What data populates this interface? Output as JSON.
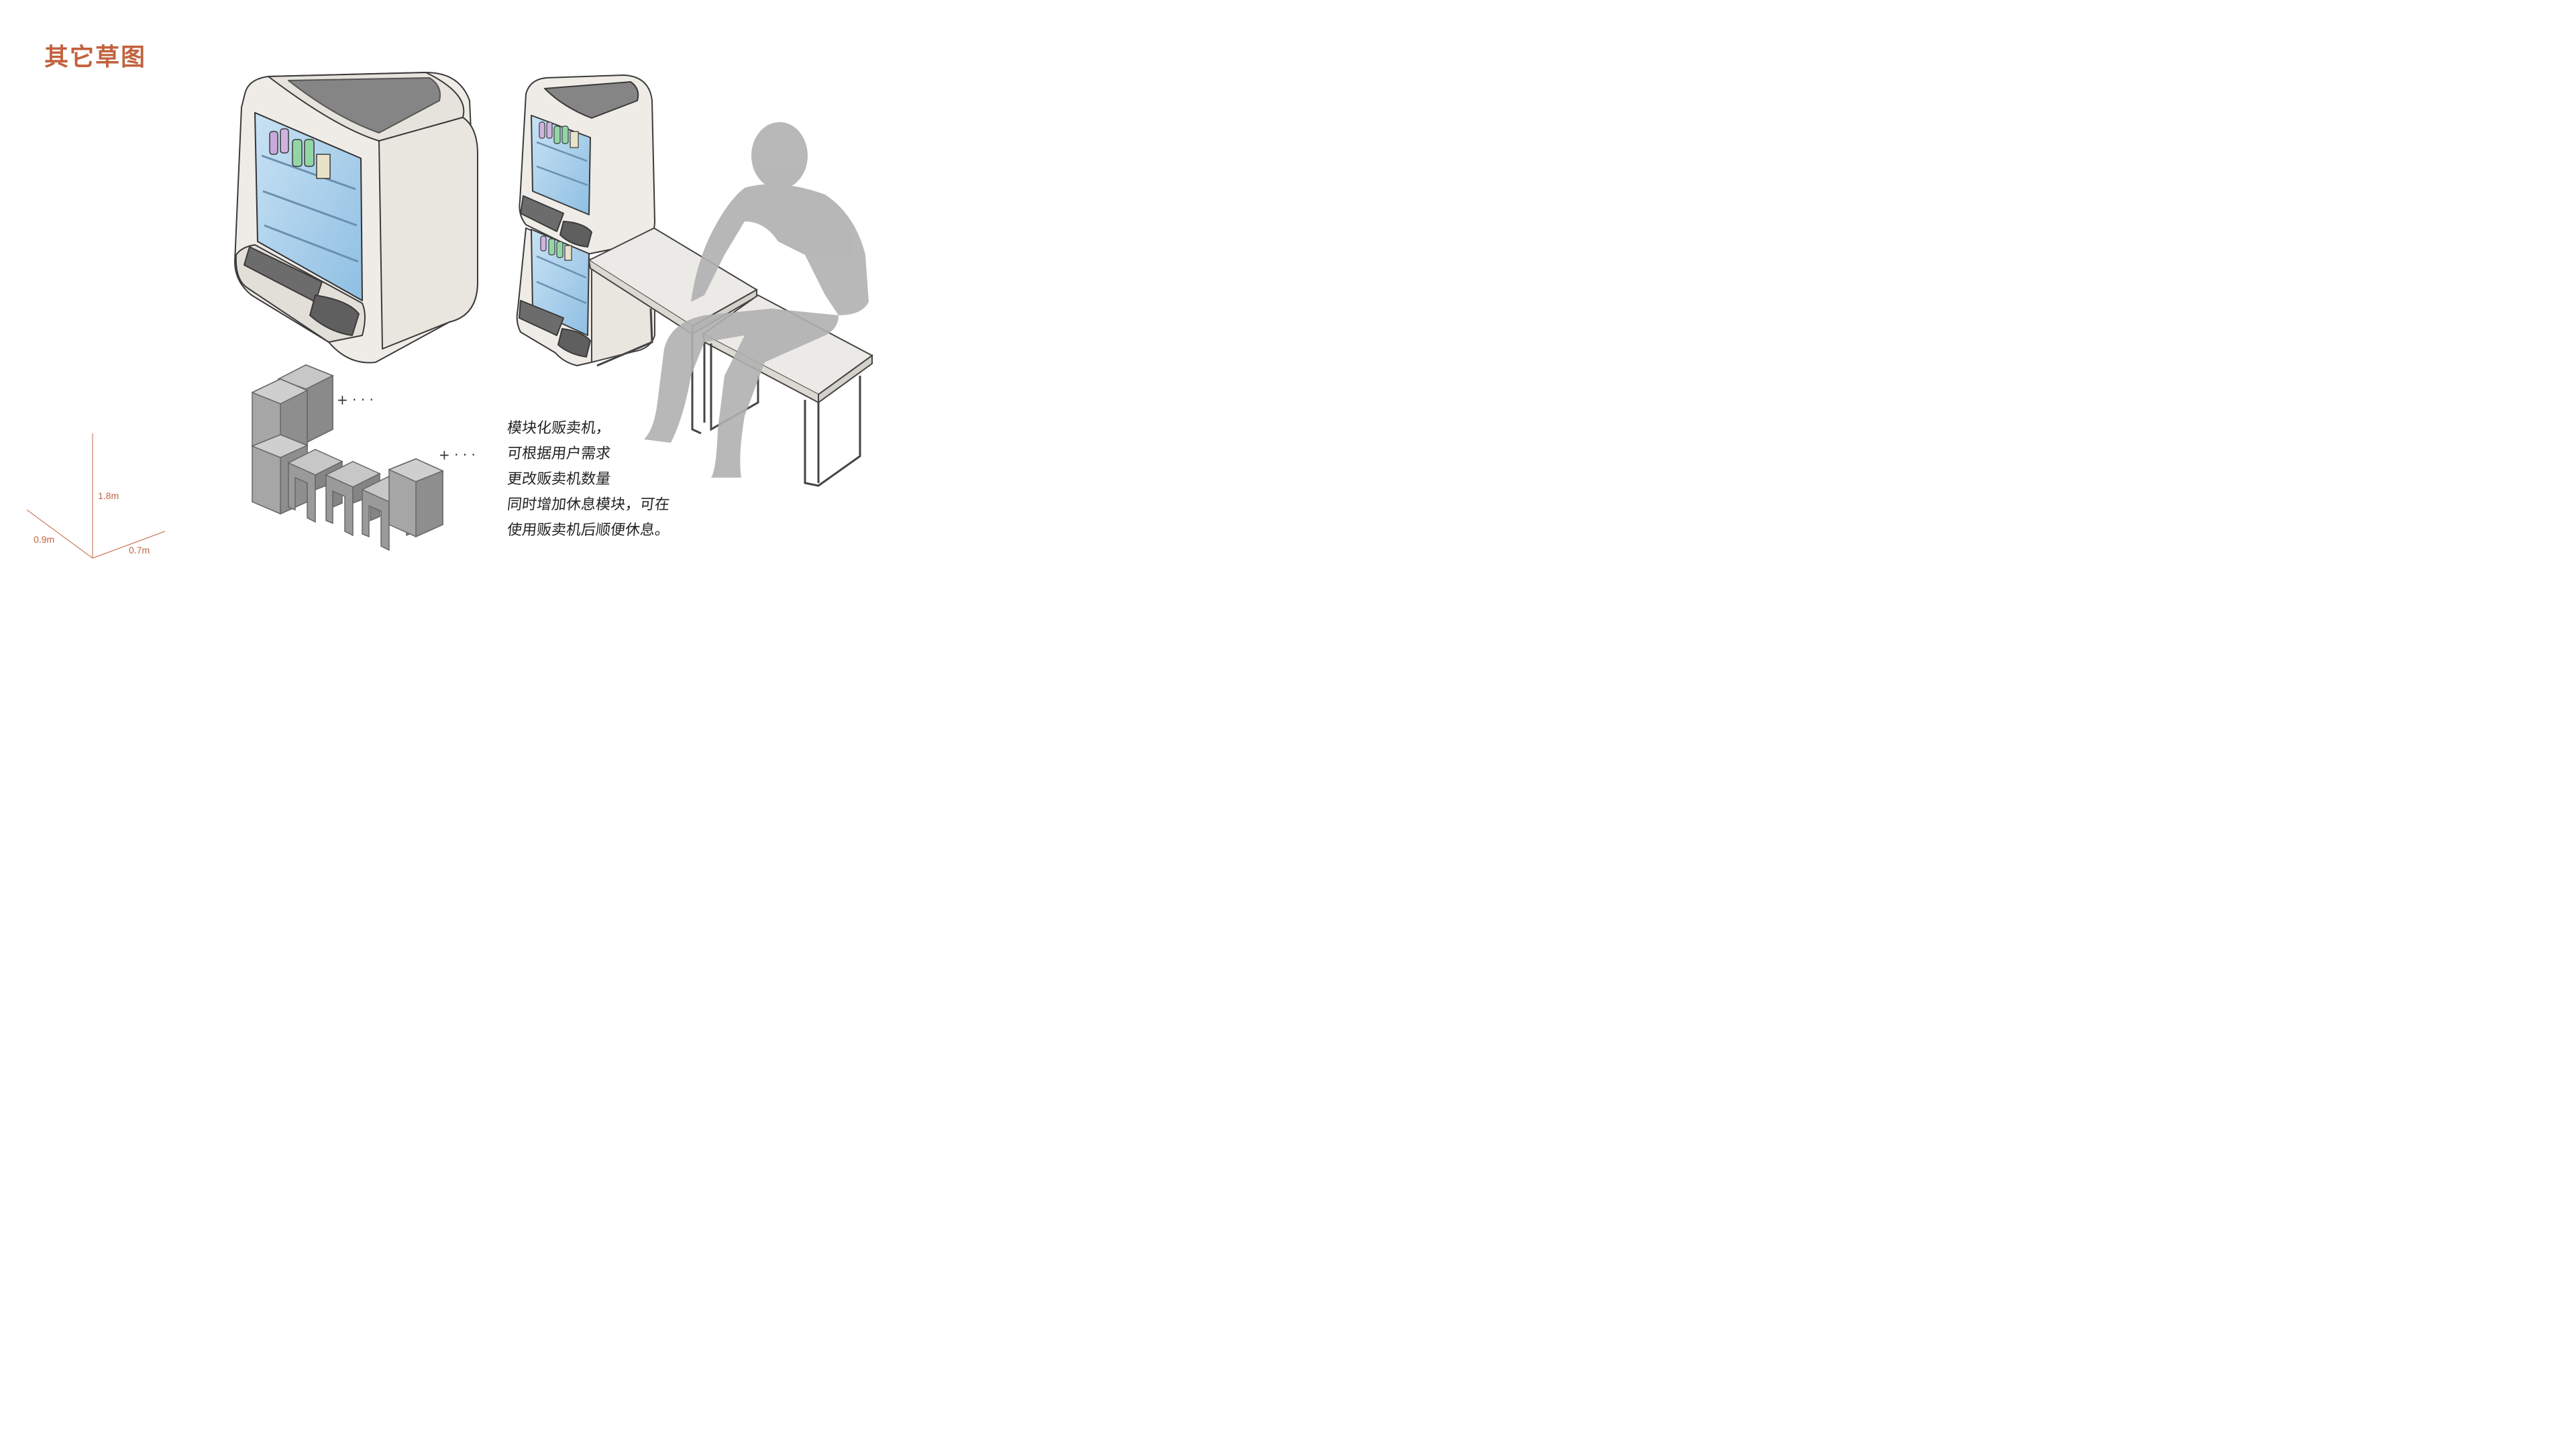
{
  "title": "其它草图",
  "notes": [
    "模块化贩卖机，",
    "可根据用户需求",
    "更改贩卖机数量",
    "同时增加休息模块，可在",
    "使用贩卖机后顺便休息。"
  ],
  "plus_marks": [
    "+ · · ·",
    "+ · · ·"
  ],
  "dimensions": {
    "height": "1.8m",
    "depth": "0.9m",
    "width": "0.7m"
  },
  "colors": {
    "accent": "#c2623f",
    "body": "#efece7",
    "glass": "#a9cde8",
    "panel": "#6f6f6f",
    "person": "#b0b0b0",
    "block": "#9a9a9a"
  }
}
